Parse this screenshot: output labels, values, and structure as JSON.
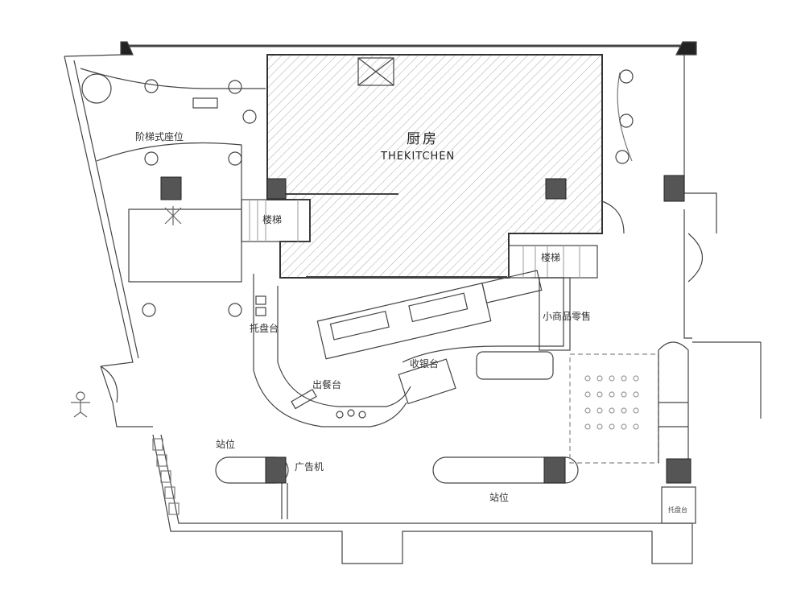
{
  "plan": {
    "kitchen_cn": "厨房",
    "kitchen_en": "THEKITCHEN",
    "tiered_seating": "阶梯式座位",
    "stairs_left": "楼梯",
    "stairs_right": "楼梯",
    "tray_station_left": "托盘台",
    "tray_station_right": "托盘台",
    "pickup_counter": "出餐台",
    "cashier": "收银台",
    "retail": "小商品零售",
    "standing_left": "站位",
    "standing_right": "站位",
    "ad_machine": "广告机"
  },
  "colors": {
    "pillar": "#555555",
    "line": "#444444",
    "hatch": "#999999"
  }
}
